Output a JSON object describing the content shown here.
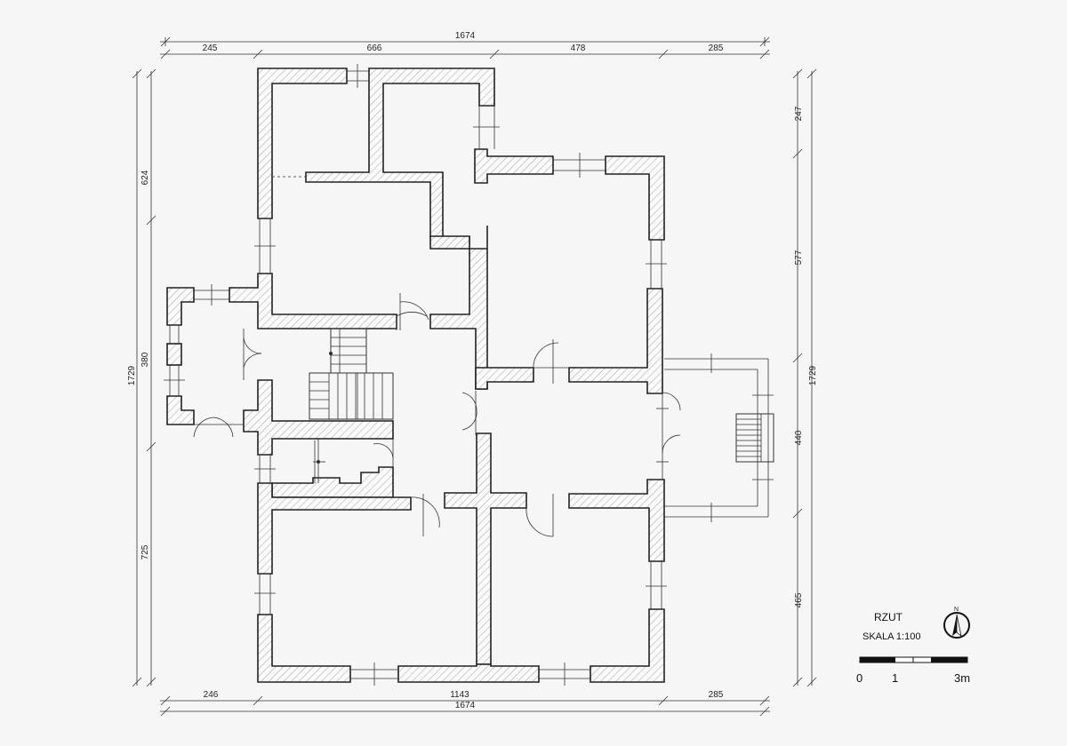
{
  "title": {
    "name": "RZUT",
    "scale": "SKALA 1:100"
  },
  "north": {
    "label": "N"
  },
  "scale_bar": {
    "labels": [
      "0",
      "1",
      "3m"
    ]
  },
  "dimensions": {
    "top": {
      "overall": "1674",
      "segments": [
        "245",
        "666",
        "478",
        "285"
      ]
    },
    "bottom": {
      "overall": "1674",
      "segments": [
        "246",
        "1143",
        "285"
      ]
    },
    "left": {
      "overall": "1729",
      "segments": [
        "624",
        "380",
        "725"
      ]
    },
    "right": {
      "overall": "1729",
      "segments": [
        "247",
        "577",
        "440",
        "465"
      ]
    }
  }
}
